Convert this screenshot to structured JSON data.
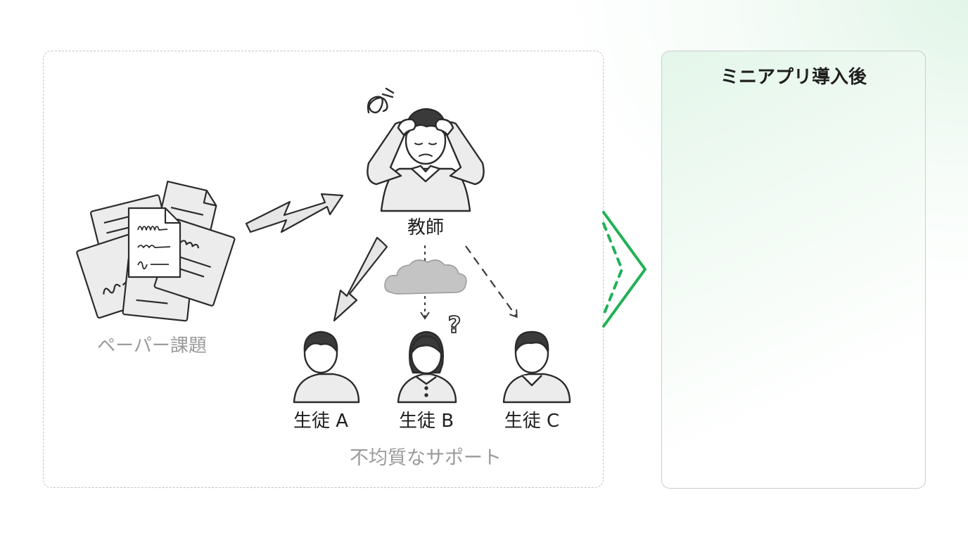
{
  "before": {
    "paper_label": "ペーパー課題",
    "teacher_label": "教師",
    "students": [
      {
        "label": "生徒 A"
      },
      {
        "label": "生徒 B"
      },
      {
        "label": "生徒 C"
      }
    ],
    "caption": "不均質なサポート"
  },
  "after": {
    "title": "ミニアプリ導入後"
  },
  "colors": {
    "accent_green": "#22b157",
    "muted_gray": "#9a9a9a",
    "ink": "#2b2b2b",
    "fill_gray": "#ececec"
  }
}
